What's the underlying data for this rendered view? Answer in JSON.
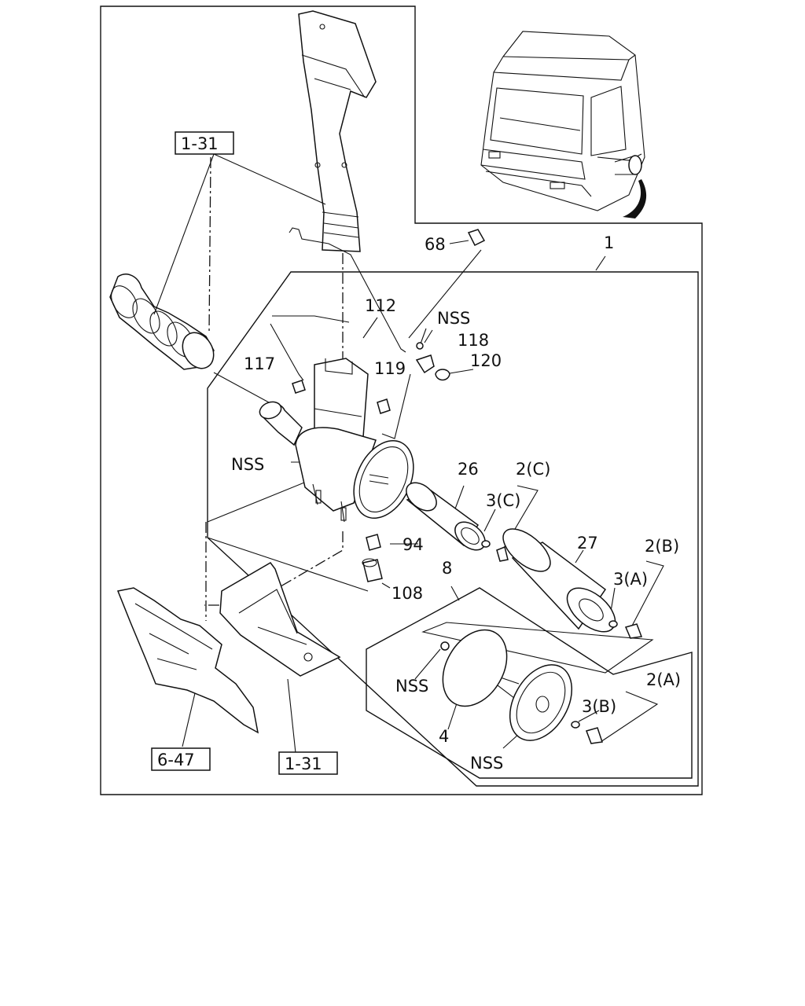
{
  "diagram": {
    "callouts": {
      "ref_1_31_top": "1-31",
      "ref_1_31_bottom": "1-31",
      "ref_6_47": "6-47",
      "p1": "1",
      "p68": "68",
      "p112": "112",
      "nss_a": "NSS",
      "p118": "118",
      "p120": "120",
      "p117": "117",
      "p119": "119",
      "nss_b": "NSS",
      "p26": "26",
      "p2c": "2(C)",
      "p3c": "3(C)",
      "p94": "94",
      "p108": "108",
      "p27": "27",
      "p2b": "2(B)",
      "p3a": "3(A)",
      "p8": "8",
      "nss_c": "NSS",
      "p4": "4",
      "nss_d": "NSS",
      "p2a": "2(A)",
      "p3b": "3(B)"
    }
  }
}
